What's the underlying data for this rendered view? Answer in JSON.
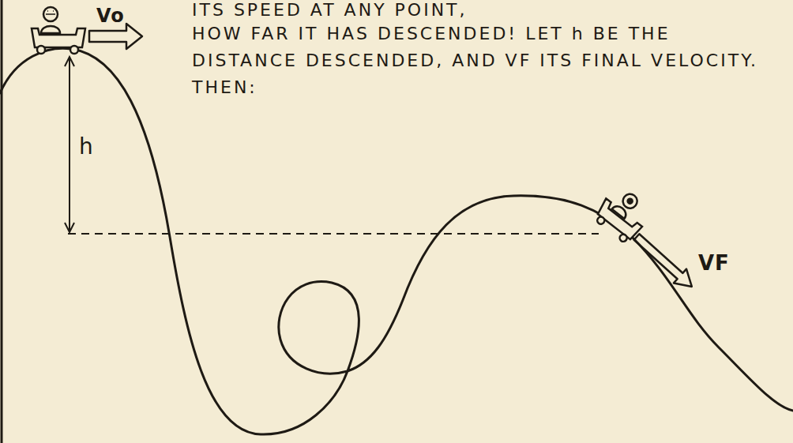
{
  "diagram": {
    "labels": [
      "ITS SPEED AT ANY POINT,",
      "HOW FAR IT HAS DESCENDED! LET h BE THE DISTANCE DESCENDED, AND VF ITS FINAL VELOCITY. THEN:",
      "Vo",
      "h",
      "VF"
    ]
  }
}
